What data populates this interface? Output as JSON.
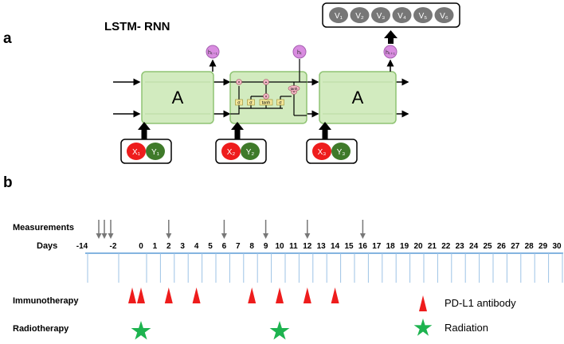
{
  "panel_a": {
    "label": "a",
    "title": "LSTM- RNN",
    "cell_label": "A",
    "hidden_labels": [
      "hₜ₋₁",
      "hₜ",
      "hₜ₊₁"
    ],
    "inputs": [
      {
        "x": "X₁",
        "y": "Y₁"
      },
      {
        "x": "X₂",
        "y": "Y₂"
      },
      {
        "x": "X₃",
        "y": "Y₃"
      }
    ],
    "gates": [
      "σ",
      "σ",
      "tanh",
      "σ"
    ],
    "ops": [
      "×",
      "+",
      "×",
      "×",
      "tanh"
    ],
    "outputs": [
      "V₁",
      "V₂",
      "V₃",
      "V₄",
      "V₅",
      "V₆"
    ]
  },
  "panel_b": {
    "label": "b",
    "measurements_label": "Measurements",
    "days_label": "Days",
    "day_ticks": [
      "-14",
      "-2",
      "0",
      "1",
      "2",
      "3",
      "4",
      "5",
      "6",
      "7",
      "8",
      "9",
      "10",
      "11",
      "12",
      "13",
      "14",
      "15",
      "16",
      "17",
      "18",
      "19",
      "20",
      "21",
      "22",
      "23",
      "24",
      "25",
      "26",
      "27",
      "28",
      "29",
      "30"
    ],
    "measurement_days": [
      "-14",
      "-14",
      "-14",
      "2",
      "6",
      "9",
      "12",
      "16"
    ],
    "immunotherapy_label": "Immunotherapy",
    "immunotherapy_days": [
      "-2",
      "0",
      "2",
      "4",
      "8",
      "10",
      "12",
      "14"
    ],
    "radiotherapy_label": "Radiotherapy",
    "radiotherapy_days": [
      "0",
      "10"
    ],
    "legend": [
      {
        "symbol": "triangle",
        "label": "PD-L1 antibody",
        "color": "#ee1c1c"
      },
      {
        "symbol": "star",
        "label": "Radiation",
        "color": "#1db34f"
      }
    ]
  },
  "colors": {
    "cell_fill": "#d2ebbf",
    "cell_stroke": "#8fc373",
    "x_fill": "#ee1c1c",
    "y_fill": "#3f7a2a",
    "h_fill": "#d98ce0",
    "v_fill": "#777777",
    "axis": "#5b9bd5"
  }
}
